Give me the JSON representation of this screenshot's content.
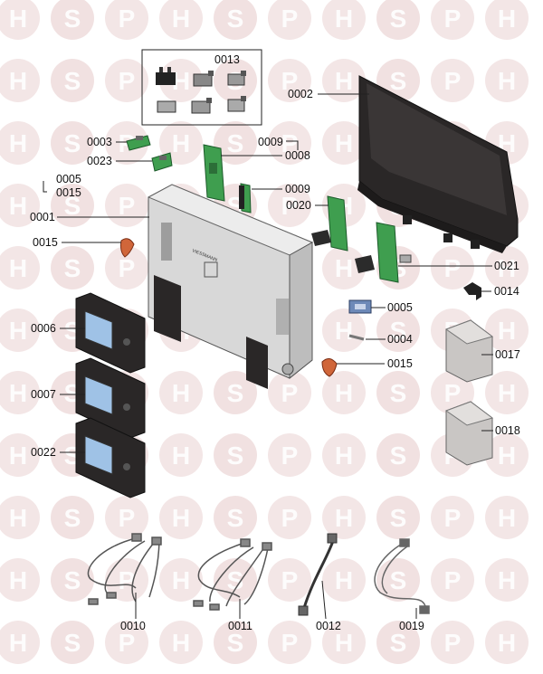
{
  "watermark": {
    "letters": [
      "H",
      "S",
      "P"
    ],
    "color": "#e9d2d2",
    "s_color": "#e6c9c9"
  },
  "brand_mark": "VIESSMANN",
  "labels": {
    "p0013": "0013",
    "p0002": "0002",
    "p0003": "0003",
    "p0023": "0023",
    "p0009a": "0009",
    "p0008": "0008",
    "p0005a": "0005",
    "p0015a": "0015",
    "p0001": "0001",
    "p0009b": "0009",
    "p0020": "0020",
    "p0015b": "0015",
    "p0021": "0021",
    "p0014": "0014",
    "p0006": "0006",
    "p0005b": "0005",
    "p0004": "0004",
    "p0017": "0017",
    "p0015c": "0015",
    "p0007": "0007",
    "p0018": "0018",
    "p0022": "0022",
    "p0010": "0010",
    "p0011": "0011",
    "p0012": "0012",
    "p0019": "0019"
  },
  "colors": {
    "pcb_green": "#3f9e4f",
    "dark_housing": "#2a2727",
    "light_housing": "#d8d8d8",
    "orange_part": "#d0663a",
    "blue_part": "#6d89b8",
    "screen_blue": "#9fc2e6",
    "grey_box": "#c9c6c4"
  }
}
